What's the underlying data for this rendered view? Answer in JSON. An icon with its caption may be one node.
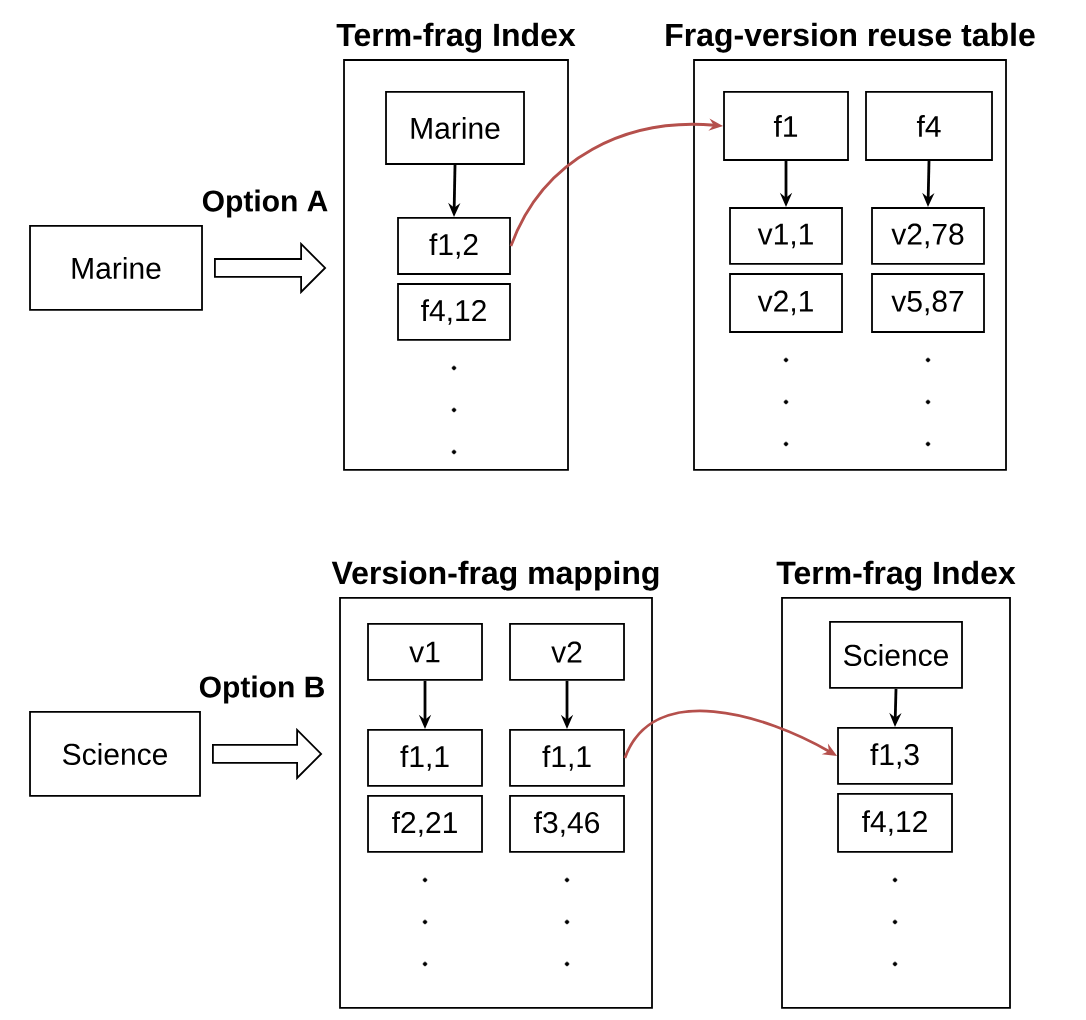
{
  "diagram": {
    "nodes": [
      {
        "text": [
          "Marine"
        ]
      },
      {
        "text": [
          "Term-frag Index"
        ]
      },
      {
        "text": [
          "Marine"
        ],
        "in": 1
      },
      {
        "text": [
          "f1,2"
        ],
        "in": 1
      },
      {
        "text": [
          "f4,12"
        ],
        "in": 1
      },
      {
        "text": [
          "Frag-version reuse table"
        ]
      },
      {
        "text": [
          "f1"
        ],
        "in": 5
      },
      {
        "text": [
          "f4"
        ],
        "in": 5
      },
      {
        "text": [
          "v1,1"
        ],
        "in": 5
      },
      {
        "text": [
          "v2,78"
        ],
        "in": 5
      },
      {
        "text": [
          "v2,1"
        ],
        "in": 5
      },
      {
        "text": [
          "v5,87"
        ],
        "in": 5
      },
      {
        "text": [
          "Science"
        ]
      },
      {
        "text": [
          "Version-frag mapping"
        ]
      },
      {
        "text": [
          "v1"
        ],
        "in": 13
      },
      {
        "text": [
          "v2"
        ],
        "in": 13
      },
      {
        "text": [
          "f1,1"
        ],
        "in": 13
      },
      {
        "text": [
          "f1,1"
        ],
        "in": 13
      },
      {
        "text": [
          "f2,21"
        ],
        "in": 13
      },
      {
        "text": [
          "f3,46"
        ],
        "in": 13
      },
      {
        "text": [
          "Term-frag Index"
        ]
      },
      {
        "text": [
          "Science"
        ],
        "in": 20
      },
      {
        "text": [
          "f1,3"
        ],
        "in": 20
      },
      {
        "text": [
          "f4,12"
        ],
        "in": 20
      }
    ],
    "edges": [
      {
        "from": 0,
        "to": 1,
        "arrow": "to",
        "label": "Option A",
        "style": "thick"
      },
      {
        "from": 2,
        "to": 3,
        "arrow": "to"
      },
      {
        "from": 3,
        "to": 6,
        "arrow": "to",
        "color": "#b5504c"
      },
      {
        "from": 6,
        "to": 8,
        "arrow": "to"
      },
      {
        "from": 7,
        "to": 9,
        "arrow": "to"
      },
      {
        "from": 12,
        "to": 13,
        "arrow": "to",
        "label": "Option B",
        "style": "thick"
      },
      {
        "from": 14,
        "to": 16,
        "arrow": "to"
      },
      {
        "from": 15,
        "to": 17,
        "arrow": "to"
      },
      {
        "from": 17,
        "to": 22,
        "arrow": "to",
        "color": "#b5504c"
      },
      {
        "from": 21,
        "to": 22,
        "arrow": "to"
      }
    ]
  }
}
